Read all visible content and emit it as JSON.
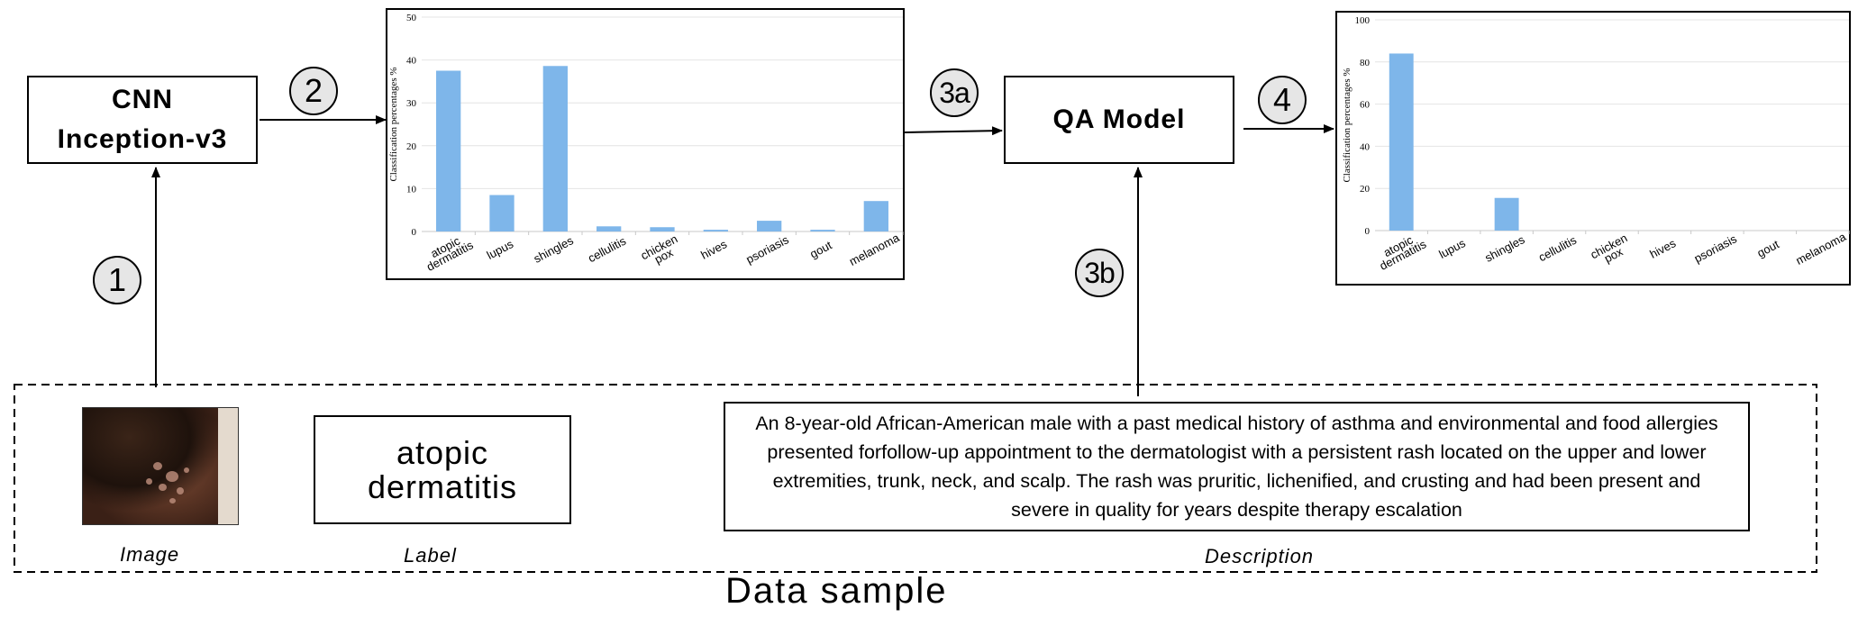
{
  "cnn_box": {
    "line1": "CNN",
    "line2": "Inception-v3"
  },
  "qa_box": {
    "label": "QA Model"
  },
  "steps": {
    "s1": "1",
    "s2": "2",
    "s3a": "3a",
    "s3b": "3b",
    "s4": "4"
  },
  "data_sample": {
    "label_box": {
      "line1": "atopic",
      "line2": "dermatitis"
    },
    "description_text": "An 8-year-old African-American male with a past medical history of asthma and environmental and food allergies presented forfollow-up appointment to the dermatologist with a persistent rash located on the upper and lower extremities, trunk, neck, and scalp. The rash was pruritic, lichenified, and crusting and had been present and severe in quality for years despite therapy escalation",
    "captions": {
      "image": "Image",
      "label": "Label",
      "description": "Description"
    },
    "title": "Data sample"
  },
  "colors": {
    "bar": "#7eb6ea",
    "step_fill": "#e6e6e6"
  },
  "chart_data": [
    {
      "type": "bar",
      "categories": [
        "atopic dermatitis",
        "lupus",
        "shingles",
        "cellulitis",
        "chicken pox",
        "hives",
        "psoriasis",
        "gout",
        "melanoma"
      ],
      "values": [
        37.5,
        8.5,
        38.6,
        1.2,
        1.0,
        0.4,
        2.5,
        0.4,
        7.1
      ],
      "ylabel": "Classification percentages %",
      "ylim": [
        0,
        50
      ],
      "yticks": [
        0,
        10,
        20,
        30,
        40,
        50
      ],
      "grid": true
    },
    {
      "type": "bar",
      "categories": [
        "atopic dermatitis",
        "lupus",
        "shingles",
        "cellulitis",
        "chicken pox",
        "hives",
        "psoriasis",
        "gout",
        "melanoma"
      ],
      "values": [
        84,
        0,
        15.5,
        0,
        0,
        0,
        0,
        0,
        0
      ],
      "ylabel": "Classification percentages %",
      "ylim": [
        0,
        100
      ],
      "yticks": [
        0,
        20,
        40,
        60,
        80,
        100
      ],
      "grid": true
    }
  ]
}
